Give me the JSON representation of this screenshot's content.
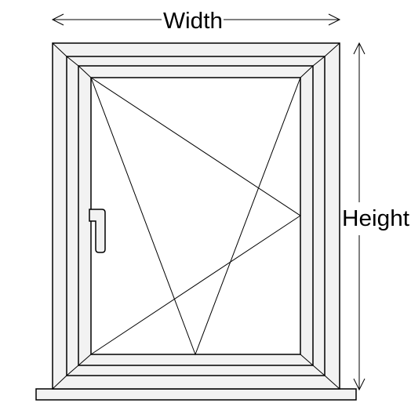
{
  "labels": {
    "width": "Width",
    "height": "Height"
  },
  "colors": {
    "frame_fill": "#f2f2f2",
    "line": "#000000",
    "background": "#ffffff"
  },
  "icons": {
    "handle": "window-handle-icon",
    "width_arrow": "double-arrow-horizontal-icon",
    "height_arrow": "double-arrow-vertical-icon"
  },
  "opening": {
    "types": [
      "tilt",
      "turn"
    ],
    "hinge_side": "right",
    "handle_side": "left"
  }
}
